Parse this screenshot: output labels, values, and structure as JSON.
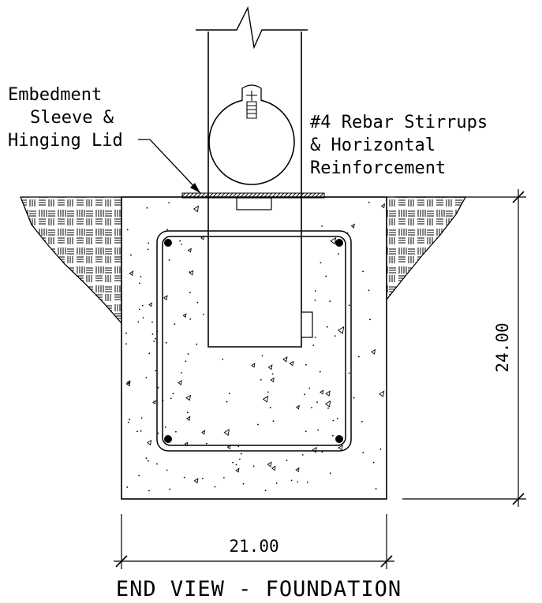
{
  "labels": {
    "embedment_line1": "Embedment",
    "embedment_line2": "Sleeve &",
    "embedment_line3": "Hinging Lid",
    "rebar_line1": "#4 Rebar Stirrups",
    "rebar_line2": "& Horizontal",
    "rebar_line3": "Reinforcement"
  },
  "dimensions": {
    "height": "24.00",
    "width": "21.00"
  },
  "title": "END VIEW - FOUNDATION"
}
